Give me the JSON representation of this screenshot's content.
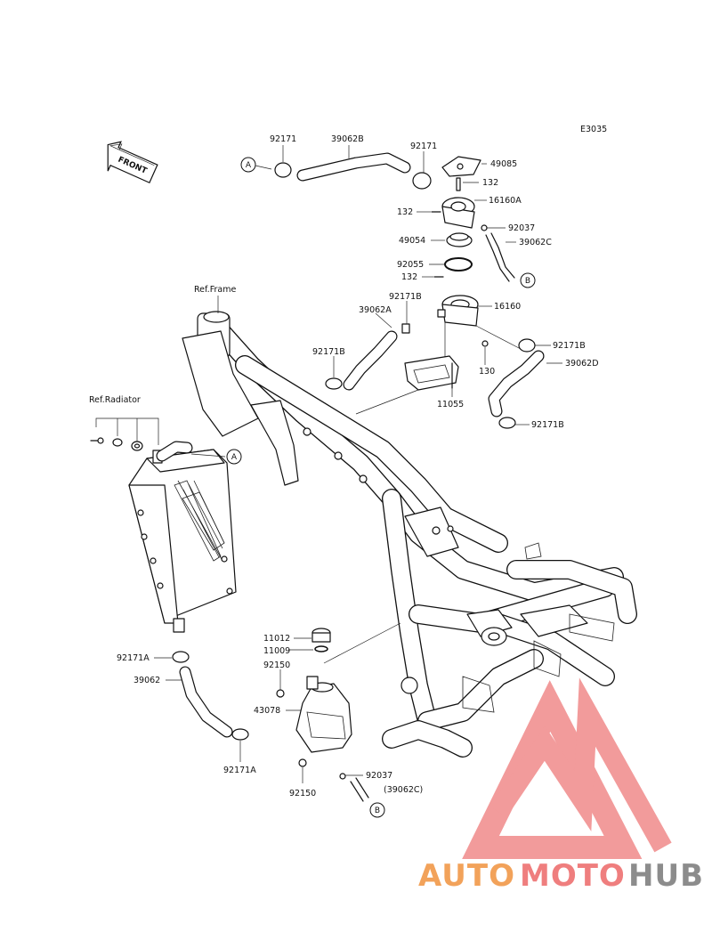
{
  "diagram": {
    "code": "E3035",
    "front_label": "FRONT",
    "ref_frame": "Ref.Frame",
    "ref_radiator": "Ref.Radiator",
    "refs": {
      "a": "A",
      "b": "B"
    },
    "parts": {
      "p92171_top": "92171",
      "p39062b": "39062B",
      "p92171_top2": "92171",
      "p49085": "49085",
      "p132_a": "132",
      "p16160a": "16160A",
      "p132_b": "132",
      "p92037_top": "92037",
      "p39062c": "39062C",
      "p49054": "49054",
      "p92055": "92055",
      "p132_c": "132",
      "p92171b_a": "92171B",
      "p39062a": "39062A",
      "p16160": "16160",
      "p92171b_b": "92171B",
      "p92171b_c": "92171B",
      "p130": "130",
      "p39062d": "39062D",
      "p11055": "11055",
      "p92171b_d": "92171B",
      "p92171a_a": "92171A",
      "p39062": "39062",
      "p92171a_b": "92171A",
      "p11012": "11012",
      "p11009": "11009",
      "p92150_a": "92150",
      "p43078": "43078",
      "p92037_bot": "92037",
      "p39062c_paren": "(39062C)",
      "p92150_b": "92150"
    }
  },
  "watermark": {
    "part1": "AUTO",
    "part2": "MOTO",
    "part3": "HUB",
    "colors": {
      "orange": "#f2a25a",
      "red": "#ef7e7e",
      "gray": "#8c8c8c",
      "logo": "#f08a8a"
    }
  }
}
